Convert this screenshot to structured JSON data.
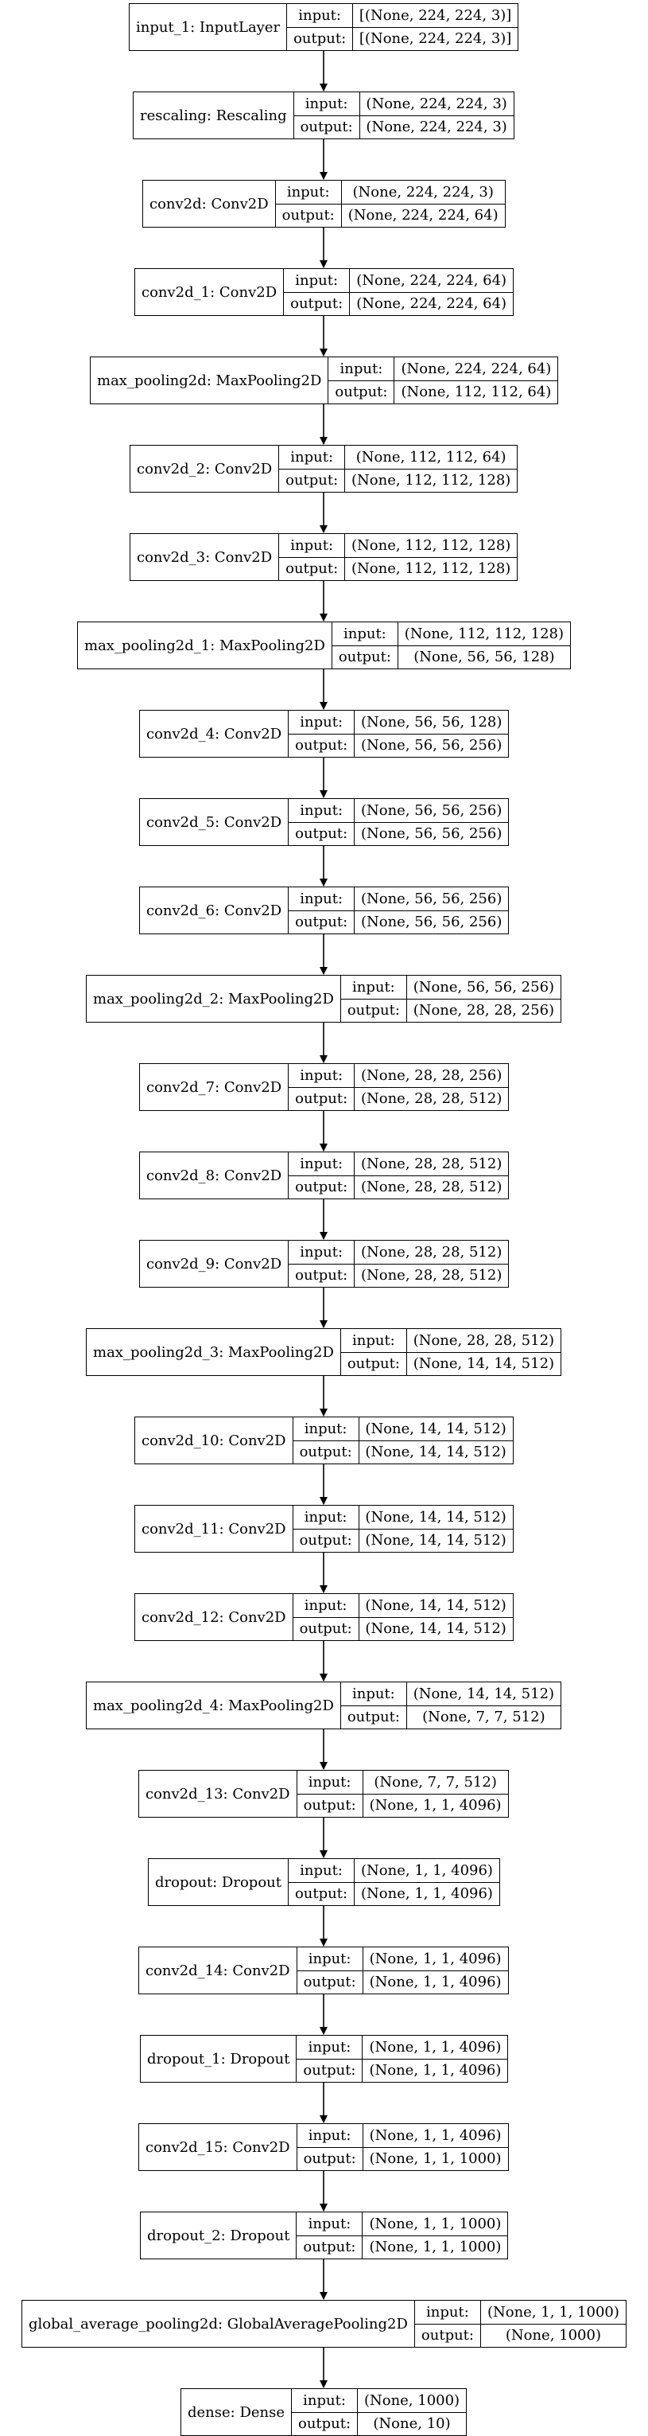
{
  "io_labels": {
    "input": "input:",
    "output": "output:"
  },
  "layers": [
    {
      "name": "input_1: InputLayer",
      "input": "[(None, 224, 224, 3)]",
      "output": "[(None, 224, 224, 3)]"
    },
    {
      "name": "rescaling: Rescaling",
      "input": "(None, 224, 224, 3)",
      "output": "(None, 224, 224, 3)"
    },
    {
      "name": "conv2d: Conv2D",
      "input": "(None, 224, 224, 3)",
      "output": "(None, 224, 224, 64)"
    },
    {
      "name": "conv2d_1: Conv2D",
      "input": "(None, 224, 224, 64)",
      "output": "(None, 224, 224, 64)"
    },
    {
      "name": "max_pooling2d: MaxPooling2D",
      "input": "(None, 224, 224, 64)",
      "output": "(None, 112, 112, 64)"
    },
    {
      "name": "conv2d_2: Conv2D",
      "input": "(None, 112, 112, 64)",
      "output": "(None, 112, 112, 128)"
    },
    {
      "name": "conv2d_3: Conv2D",
      "input": "(None, 112, 112, 128)",
      "output": "(None, 112, 112, 128)"
    },
    {
      "name": "max_pooling2d_1: MaxPooling2D",
      "input": "(None, 112, 112, 128)",
      "output": "(None, 56, 56, 128)"
    },
    {
      "name": "conv2d_4: Conv2D",
      "input": "(None, 56, 56, 128)",
      "output": "(None, 56, 56, 256)"
    },
    {
      "name": "conv2d_5: Conv2D",
      "input": "(None, 56, 56, 256)",
      "output": "(None, 56, 56, 256)"
    },
    {
      "name": "conv2d_6: Conv2D",
      "input": "(None, 56, 56, 256)",
      "output": "(None, 56, 56, 256)"
    },
    {
      "name": "max_pooling2d_2: MaxPooling2D",
      "input": "(None, 56, 56, 256)",
      "output": "(None, 28, 28, 256)"
    },
    {
      "name": "conv2d_7: Conv2D",
      "input": "(None, 28, 28, 256)",
      "output": "(None, 28, 28, 512)"
    },
    {
      "name": "conv2d_8: Conv2D",
      "input": "(None, 28, 28, 512)",
      "output": "(None, 28, 28, 512)"
    },
    {
      "name": "conv2d_9: Conv2D",
      "input": "(None, 28, 28, 512)",
      "output": "(None, 28, 28, 512)"
    },
    {
      "name": "max_pooling2d_3: MaxPooling2D",
      "input": "(None, 28, 28, 512)",
      "output": "(None, 14, 14, 512)"
    },
    {
      "name": "conv2d_10: Conv2D",
      "input": "(None, 14, 14, 512)",
      "output": "(None, 14, 14, 512)"
    },
    {
      "name": "conv2d_11: Conv2D",
      "input": "(None, 14, 14, 512)",
      "output": "(None, 14, 14, 512)"
    },
    {
      "name": "conv2d_12: Conv2D",
      "input": "(None, 14, 14, 512)",
      "output": "(None, 14, 14, 512)"
    },
    {
      "name": "max_pooling2d_4: MaxPooling2D",
      "input": "(None, 14, 14, 512)",
      "output": "(None, 7, 7, 512)"
    },
    {
      "name": "conv2d_13: Conv2D",
      "input": "(None, 7, 7, 512)",
      "output": "(None, 1, 1, 4096)"
    },
    {
      "name": "dropout: Dropout",
      "input": "(None, 1, 1, 4096)",
      "output": "(None, 1, 1, 4096)"
    },
    {
      "name": "conv2d_14: Conv2D",
      "input": "(None, 1, 1, 4096)",
      "output": "(None, 1, 1, 4096)"
    },
    {
      "name": "dropout_1: Dropout",
      "input": "(None, 1, 1, 4096)",
      "output": "(None, 1, 1, 4096)"
    },
    {
      "name": "conv2d_15: Conv2D",
      "input": "(None, 1, 1, 4096)",
      "output": "(None, 1, 1, 1000)"
    },
    {
      "name": "dropout_2: Dropout",
      "input": "(None, 1, 1, 1000)",
      "output": "(None, 1, 1, 1000)"
    },
    {
      "name": "global_average_pooling2d: GlobalAveragePooling2D",
      "input": "(None, 1, 1, 1000)",
      "output": "(None, 1000)"
    },
    {
      "name": "dense: Dense",
      "input": "(None, 1000)",
      "output": "(None, 10)"
    }
  ]
}
